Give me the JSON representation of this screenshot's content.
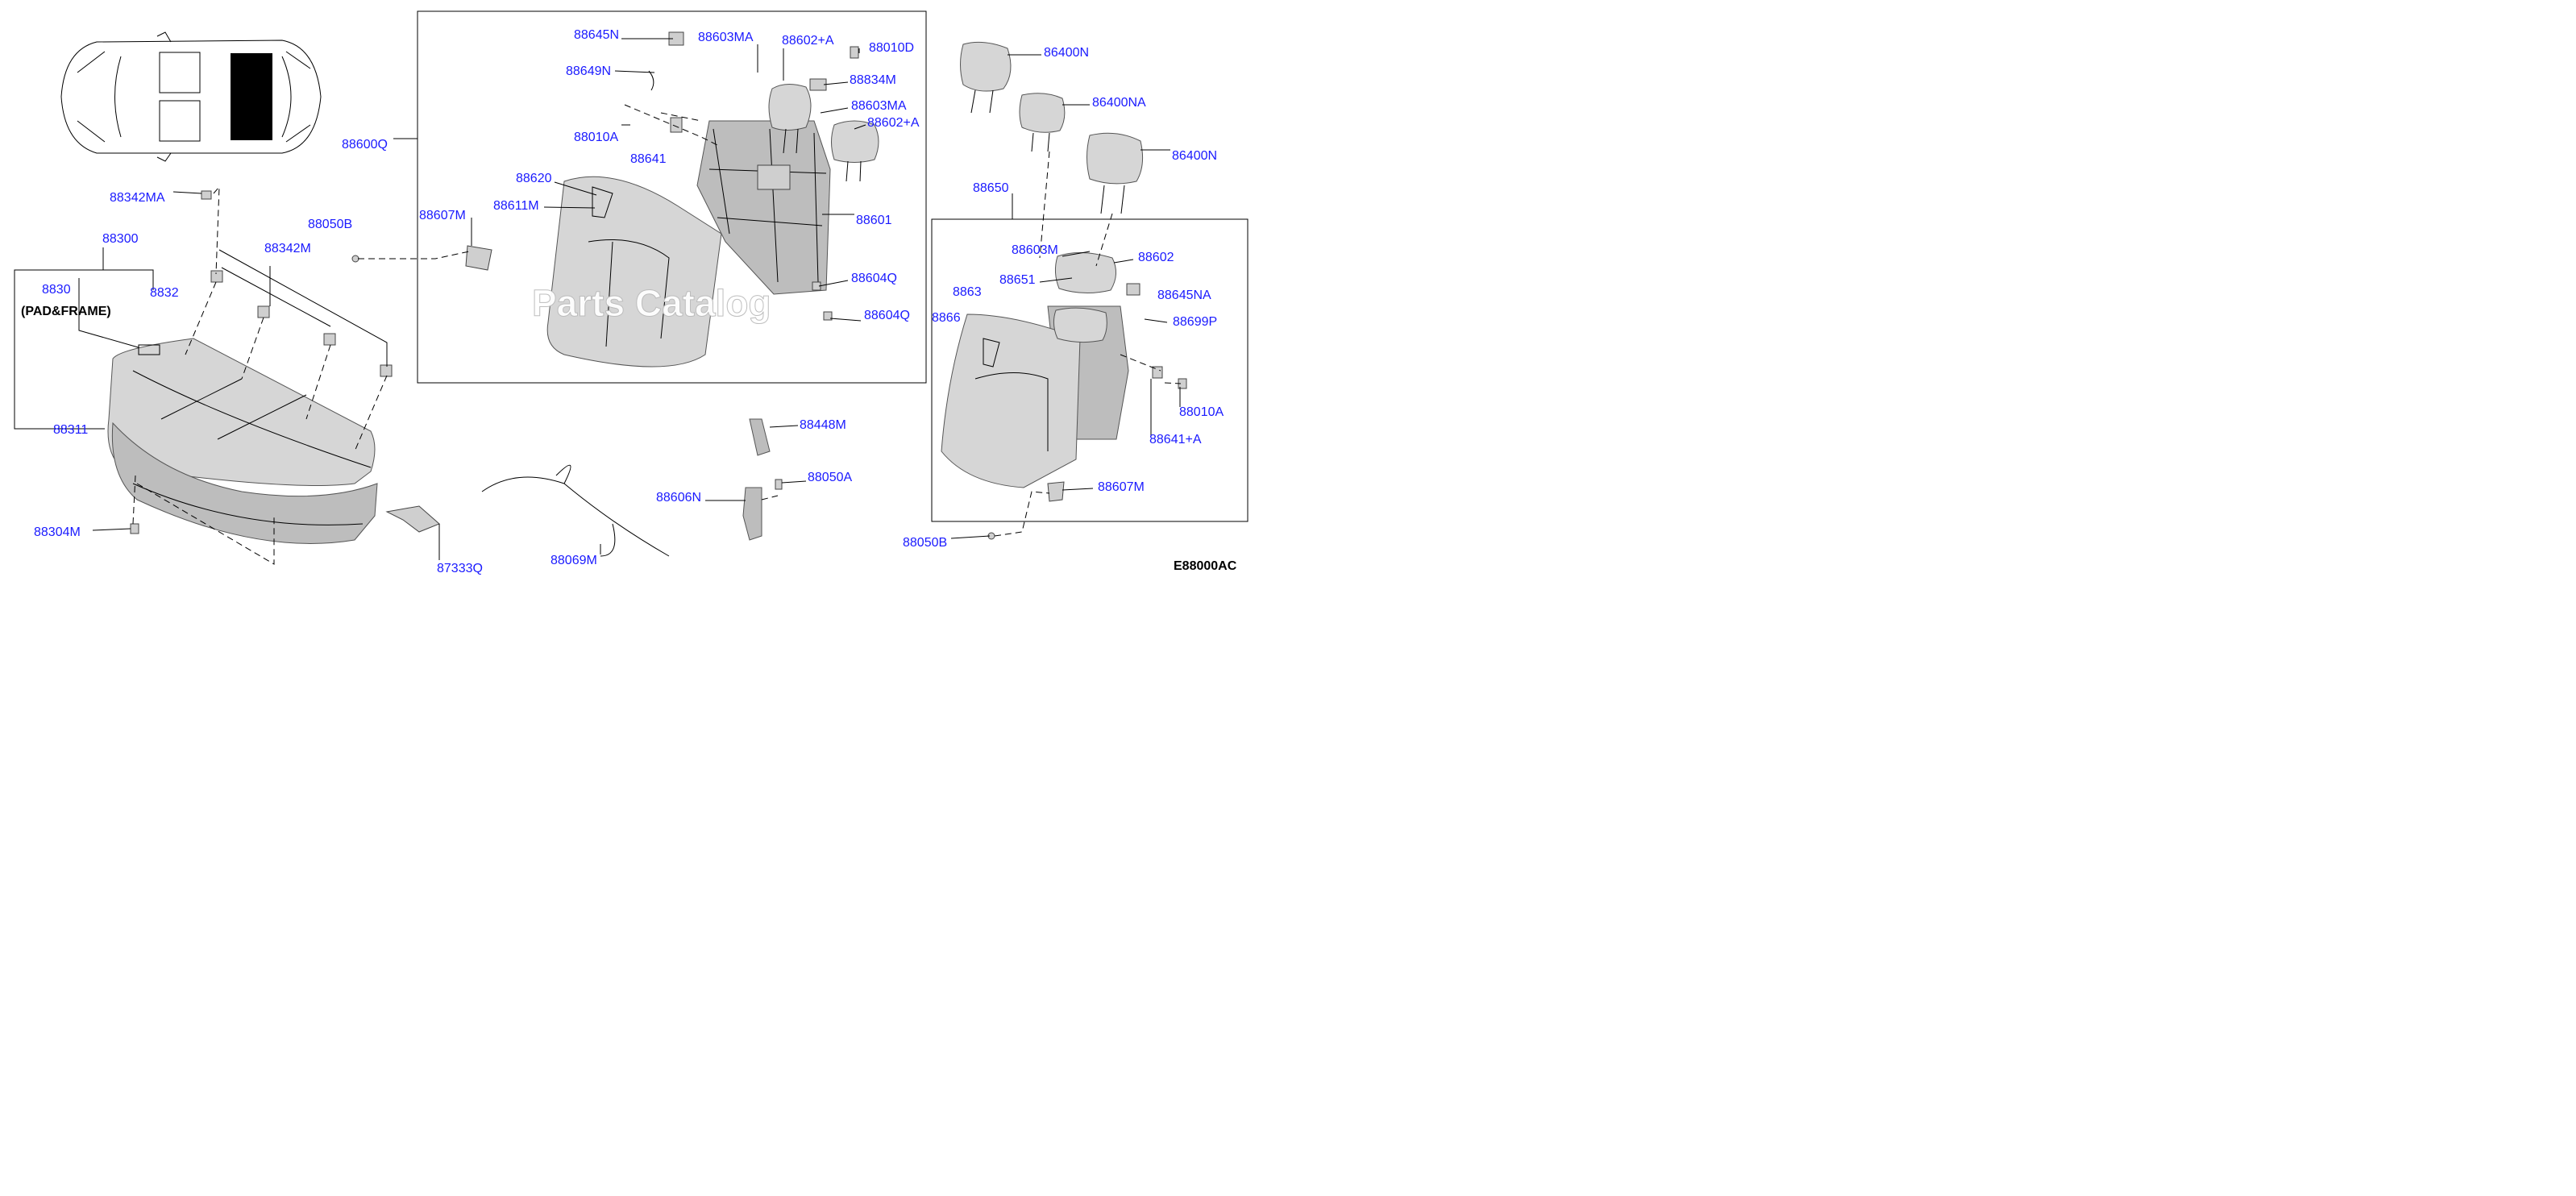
{
  "diagram_code": "E88000AC",
  "watermark": "Parts Catalog",
  "partial_note": "(PAD&FRAME)",
  "labels": {
    "p88645N": "88645N",
    "p88603MA_top": "88603MA",
    "p88602A_top": "88602+A",
    "p88010D": "88010D",
    "p88649N": "88649N",
    "p88834M": "88834M",
    "p88603MA_mid": "88603MA",
    "p88602A_mid": "88602+A",
    "p88010A_left": "88010A",
    "p88641": "88641",
    "p88600Q": "88600Q",
    "p88620": "88620",
    "p88611M": "88611M",
    "p88601": "88601",
    "p88607M_left": "88607M",
    "p88050B_left": "88050B",
    "p88604Q_a": "88604Q",
    "p88604Q_b": "88604Q",
    "p88342MA": "88342MA",
    "p88300": "88300",
    "p88342M": "88342M",
    "p88300N_partial": "8830",
    "p88320_partial": "8832",
    "p88311": "88311",
    "p88304M": "88304M",
    "p87333Q": "87333Q",
    "p88069M": "88069M",
    "p88448M": "88448M",
    "p88050A": "88050A",
    "p88606N": "88606N",
    "p86400N_a": "86400N",
    "p86400NA": "86400NA",
    "p86400N_b": "86400N",
    "p88650": "88650",
    "p88603M": "88603M",
    "p88602": "88602",
    "p88651": "88651",
    "p88630_partial": "8863",
    "p88645NA": "88645NA",
    "p88661_partial": "8866",
    "p88699P": "88699P",
    "p88010A_right": "88010A",
    "p88641A": "88641+A",
    "p88607M_right": "88607M",
    "p88050B_right": "88050B"
  }
}
